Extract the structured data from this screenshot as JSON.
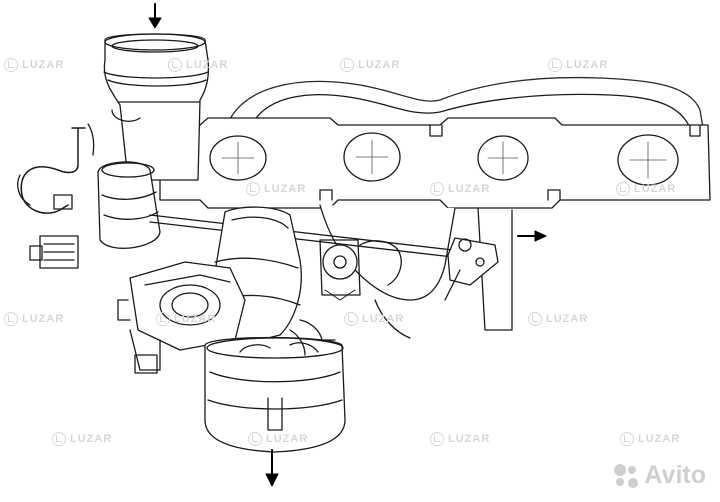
{
  "watermark": {
    "brand_text": "LUZAR",
    "marketplace_text": "Avito"
  },
  "flow_arrows": [
    "inlet-down",
    "outlet-right",
    "outlet-down"
  ]
}
